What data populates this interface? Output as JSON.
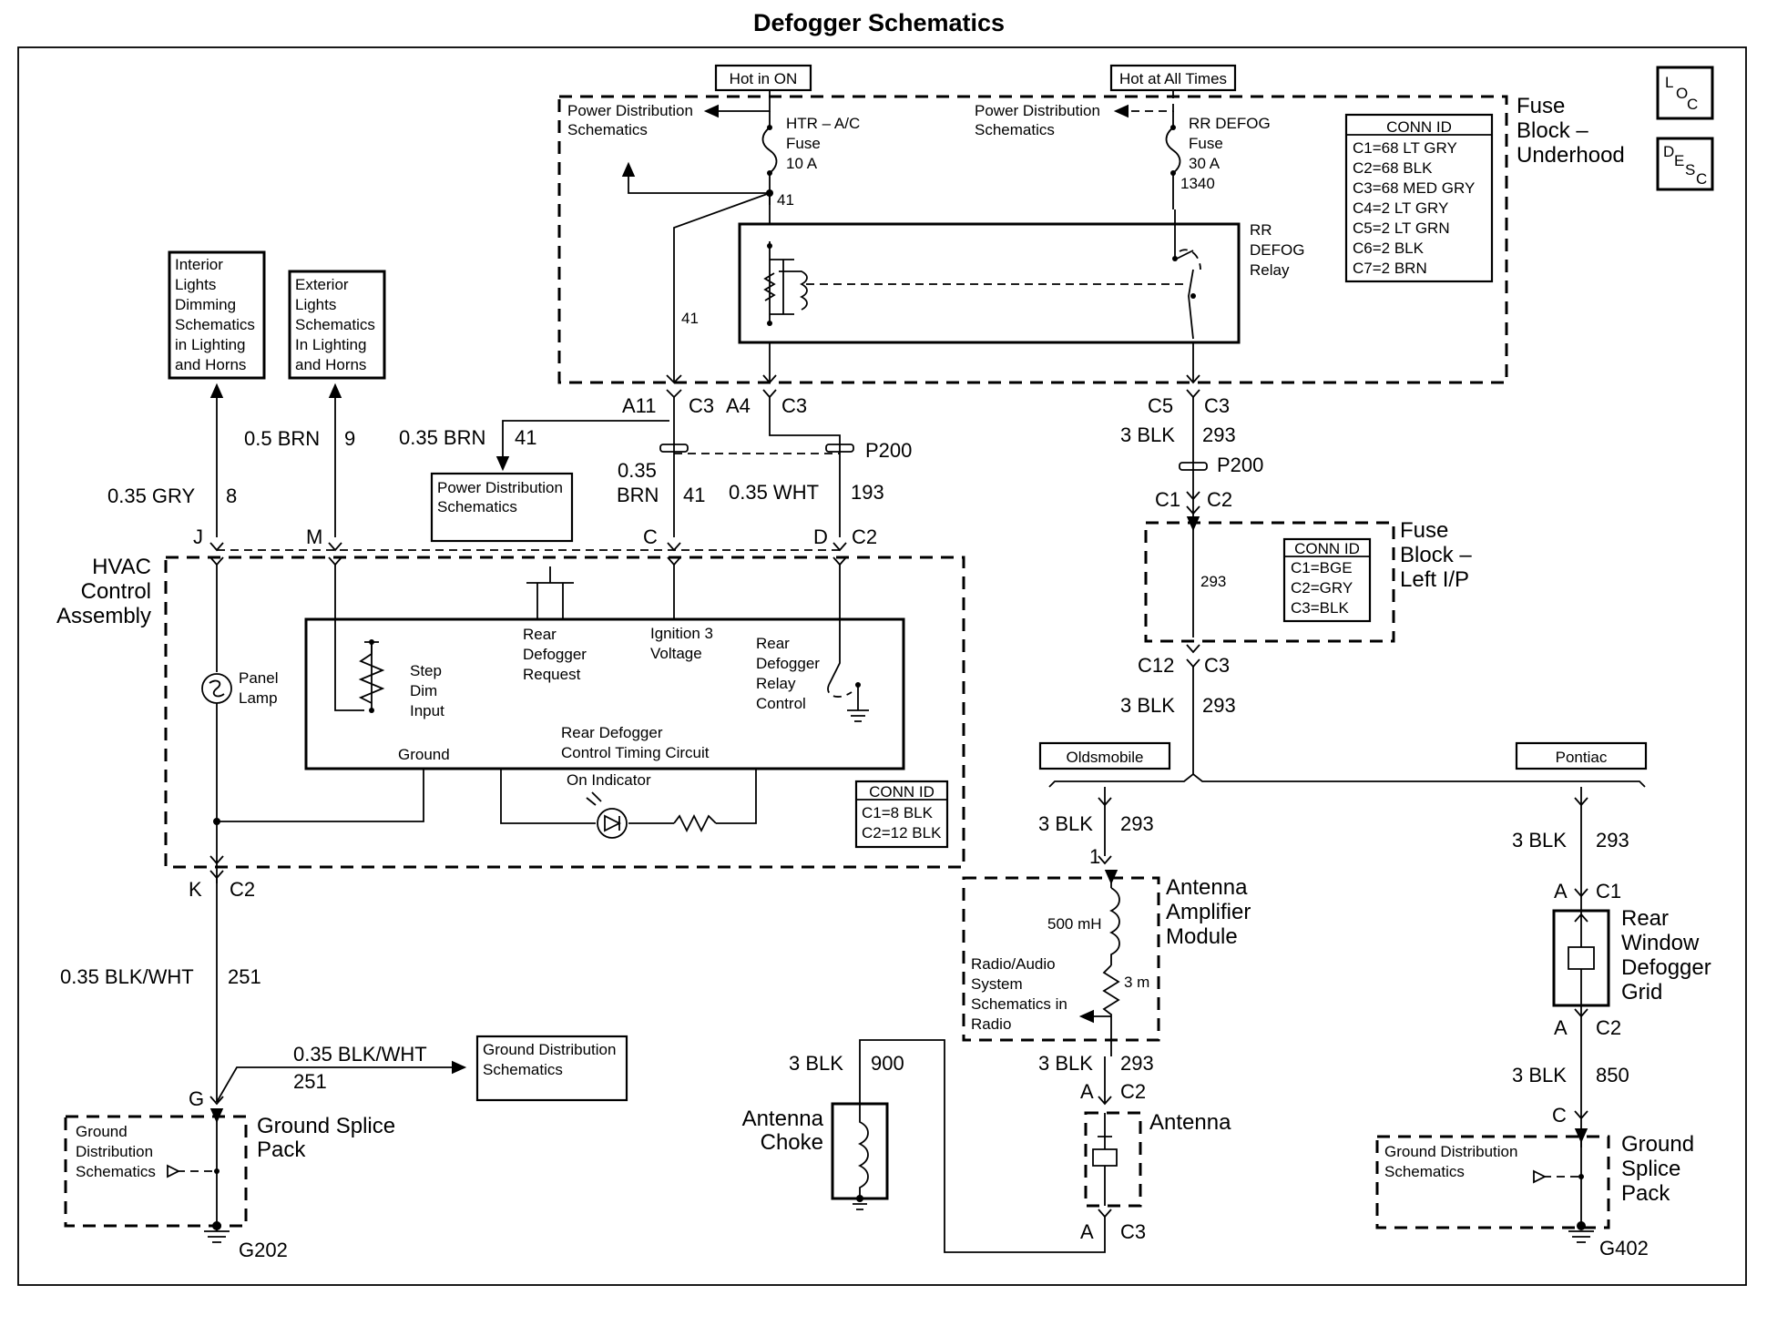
{
  "title": "Defogger Schematics",
  "power": {
    "hot_on": "Hot in ON",
    "hot_all": "Hot at All Times"
  },
  "fuse_block_underhood": {
    "label": [
      "Fuse",
      "Block –",
      "Underhood"
    ],
    "pd_left": [
      "Power Distribution",
      "Schematics"
    ],
    "pd_right": [
      "Power Distribution",
      "Schematics"
    ],
    "fuse1": [
      "HTR – A/C",
      "Fuse",
      "10 A"
    ],
    "fuse2": [
      "RR DEFOG",
      "Fuse",
      "30 A",
      "1340"
    ],
    "relay": [
      "RR",
      "DEFOG",
      "Relay"
    ],
    "wire41a": "41",
    "wire41b": "41",
    "conn": [
      "CONN ID",
      "C1=68 LT GRY",
      "C2=68 BLK",
      "C3=68 MED GRY",
      "C4=2 LT GRY",
      "C5=2 LT GRN",
      "C6=2 BLK",
      "C7=2 BRN"
    ]
  },
  "icons": {
    "loc": [
      "L",
      "O",
      "C"
    ],
    "desc": [
      "D",
      "E",
      "S",
      "C"
    ]
  },
  "refs": {
    "interior": [
      "Interior",
      "Lights",
      "Dimming",
      "Schematics",
      "in Lighting",
      "and Horns"
    ],
    "exterior": [
      "Exterior",
      "Lights",
      "Schematics",
      "In Lighting",
      "and Horns"
    ],
    "pd_mid": [
      "Power Distribution",
      "Schematics"
    ],
    "gd_right": [
      "Ground Distribution",
      "Schematics"
    ],
    "gd_left": [
      "Ground",
      "Distribution",
      "Schematics"
    ],
    "gd_r2": [
      "Ground Distribution",
      "Schematics"
    ],
    "radio": [
      "Radio/Audio",
      "System",
      "Schematics in",
      "Radio"
    ]
  },
  "wires": {
    "gry": "0.35 GRY",
    "gry_n": "8",
    "brn9": "0.5 BRN",
    "brn9_n": "9",
    "brn41": "0.35 BRN",
    "brn41_n": "41",
    "brn_a": "0.35",
    "brn_b": "BRN",
    "brn_n": "41",
    "wht": "0.35 WHT",
    "wht_n": "193",
    "blkwht": "0.35 BLK/WHT",
    "blkwht_n": "251",
    "blkwht2": "0.35 BLK/WHT",
    "blkwht2_n": "251",
    "blk293a": "3 BLK",
    "blk293a_n": "293",
    "blk293b": "3 BLK",
    "blk293b_n": "293",
    "blk293c": "3 BLK",
    "blk293c_n": "293",
    "blk293d": "3 BLK",
    "blk293d_n": "293",
    "blk293e": "3 BLK",
    "blk293e_n": "293",
    "blk900": "3 BLK",
    "blk900_n": "900",
    "blk850": "3 BLK",
    "blk850_n": "850",
    "w293": "293"
  },
  "connectors": {
    "a11": "A11",
    "c3a": "C3",
    "a4": "A4",
    "c3b": "C3",
    "c5": "C5",
    "c3c": "C3",
    "p200a": "P200",
    "p200b": "P200",
    "c1": "C1",
    "c2a": "C2",
    "j": "J",
    "m": "M",
    "c": "C",
    "d": "D",
    "c2b": "C2",
    "c12": "C12",
    "c3d": "C3",
    "k": "K",
    "c2c": "C2",
    "g": "G",
    "one": "1",
    "ac2": "A",
    "c2d": "C2",
    "ac3": "A",
    "c3e": "C3",
    "ac1": "A",
    "c1b": "C1",
    "ac2b": "A",
    "c2e": "C2",
    "cc": "C"
  },
  "hvac": {
    "label": [
      "HVAC",
      "Control",
      "Assembly"
    ],
    "panel_lamp": [
      "Panel",
      "Lamp"
    ],
    "step_dim": [
      "Step",
      "Dim",
      "Input"
    ],
    "rear_req": [
      "Rear",
      "Defogger",
      "Request"
    ],
    "ign": [
      "Ignition 3",
      "Voltage"
    ],
    "relay_ctl": [
      "Rear",
      "Defogger",
      "Relay",
      "Control"
    ],
    "ground": "Ground",
    "timing": [
      "Rear Defogger",
      "Control Timing Circuit"
    ],
    "on_ind": "On Indicator",
    "conn": [
      "CONN ID",
      "C1=8 BLK",
      "C2=12 BLK"
    ]
  },
  "fuse_block_ip": {
    "label": [
      "Fuse",
      "Block –",
      "Left I/P"
    ],
    "conn": [
      "CONN ID",
      "C1=BGE",
      "C2=GRY",
      "C3=BLK"
    ]
  },
  "branches": {
    "olds": "Oldsmobile",
    "pontiac": "Pontiac"
  },
  "antenna_amp": {
    "label": [
      "Antenna",
      "Amplifier",
      "Module"
    ],
    "l1": "500 mH",
    "l2": "3 m"
  },
  "antenna": "Antenna",
  "choke": [
    "Antenna",
    "Choke"
  ],
  "grid": [
    "Rear",
    "Window",
    "Defogger",
    "Grid"
  ],
  "splice_left": [
    "Ground Splice",
    "Pack"
  ],
  "splice_right": [
    "Ground",
    "Splice",
    "Pack"
  ],
  "grounds": {
    "g202": "G202",
    "g402": "G402"
  }
}
